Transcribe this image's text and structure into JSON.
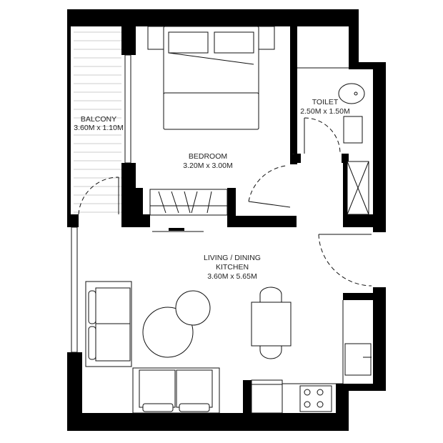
{
  "rooms": {
    "balcony": {
      "name": "BALCONY",
      "size": "3.60M x 1.10M"
    },
    "bedroom": {
      "name": "BEDROOM",
      "size": "3.20M x 3.00M"
    },
    "toilet": {
      "name": "TOILET",
      "size": "2.50M x 1.50M"
    },
    "living": {
      "name_line1": "LIVING / DINING",
      "name_line2": "KITCHEN",
      "size": "3.60M x 5.65M"
    }
  },
  "colors": {
    "wall": "#000000",
    "line": "#111111",
    "deck": "#cccccc"
  }
}
